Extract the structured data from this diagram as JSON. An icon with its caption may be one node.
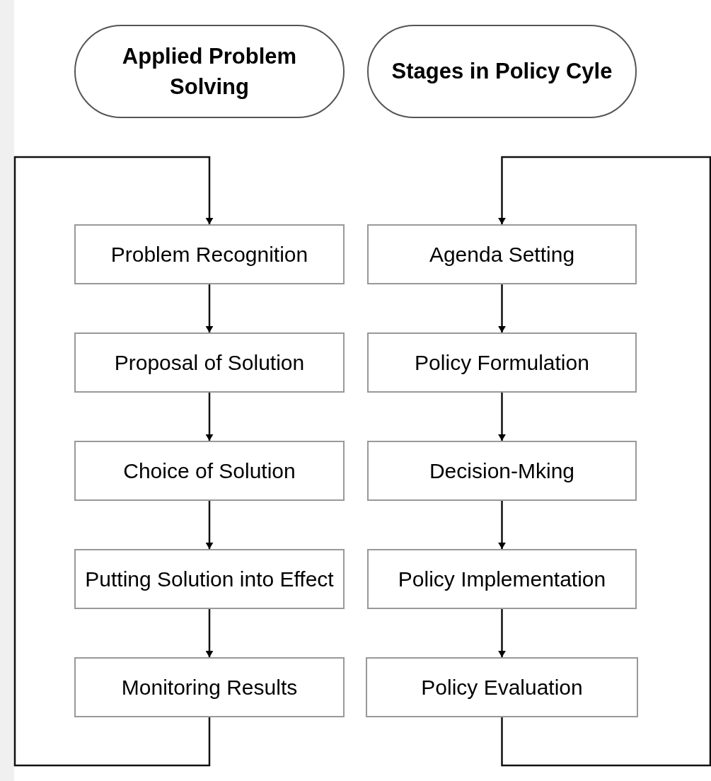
{
  "diagram": {
    "nodes": [
      {
        "text": [
          "Applied Problem Solving"
        ]
      },
      {
        "text": [
          "Stages in Policy Cyle"
        ]
      },
      {
        "text": [
          "Problem Recognition"
        ]
      },
      {
        "text": [
          "Proposal of Solution"
        ]
      },
      {
        "text": [
          "Choice of Solution"
        ]
      },
      {
        "text": [
          "Putting Solution into Effect"
        ]
      },
      {
        "text": [
          "Monitoring Results"
        ]
      },
      {
        "text": [
          "Agenda Setting"
        ]
      },
      {
        "text": [
          "Policy Formulation"
        ]
      },
      {
        "text": [
          "Decision-Mking"
        ]
      },
      {
        "text": [
          "Policy Implementation"
        ]
      },
      {
        "text": [
          "Policy Evaluation"
        ]
      }
    ],
    "edges": [
      {
        "from": 2,
        "to": 3,
        "arrow": "to"
      },
      {
        "from": 3,
        "to": 4,
        "arrow": "to"
      },
      {
        "from": 4,
        "to": 5,
        "arrow": "to"
      },
      {
        "from": 5,
        "to": 6,
        "arrow": "to"
      },
      {
        "from": 6,
        "to": 2,
        "arrow": "to"
      },
      {
        "from": 7,
        "to": 8,
        "arrow": "to"
      },
      {
        "from": 8,
        "to": 9,
        "arrow": "to"
      },
      {
        "from": 9,
        "to": 10,
        "arrow": "to"
      },
      {
        "from": 10,
        "to": 11,
        "arrow": "to"
      },
      {
        "from": 11,
        "to": 7,
        "arrow": "to"
      }
    ]
  }
}
